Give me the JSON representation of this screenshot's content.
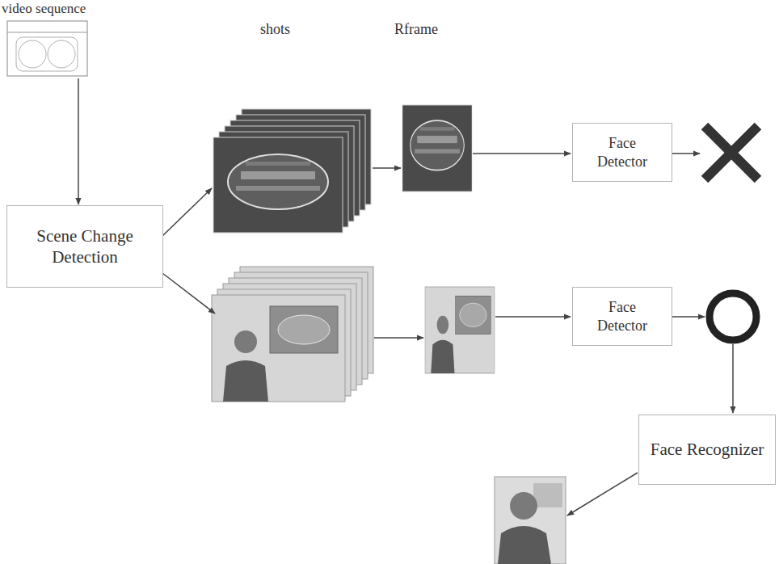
{
  "diagram": {
    "nodes": [
      {
        "text": [
          "video sequence"
        ]
      },
      {
        "text": [
          "Scene Change Detection"
        ]
      },
      {
        "text": [
          "Face Detector"
        ]
      },
      {
        "text": [
          "Face Detector"
        ]
      },
      {
        "text": [
          "Face Recognizer"
        ]
      }
    ],
    "edges": [
      {
        "from": 0,
        "to": 1,
        "arrow": "to"
      }
    ],
    "labels": [
      "shots",
      "Rframe"
    ]
  }
}
